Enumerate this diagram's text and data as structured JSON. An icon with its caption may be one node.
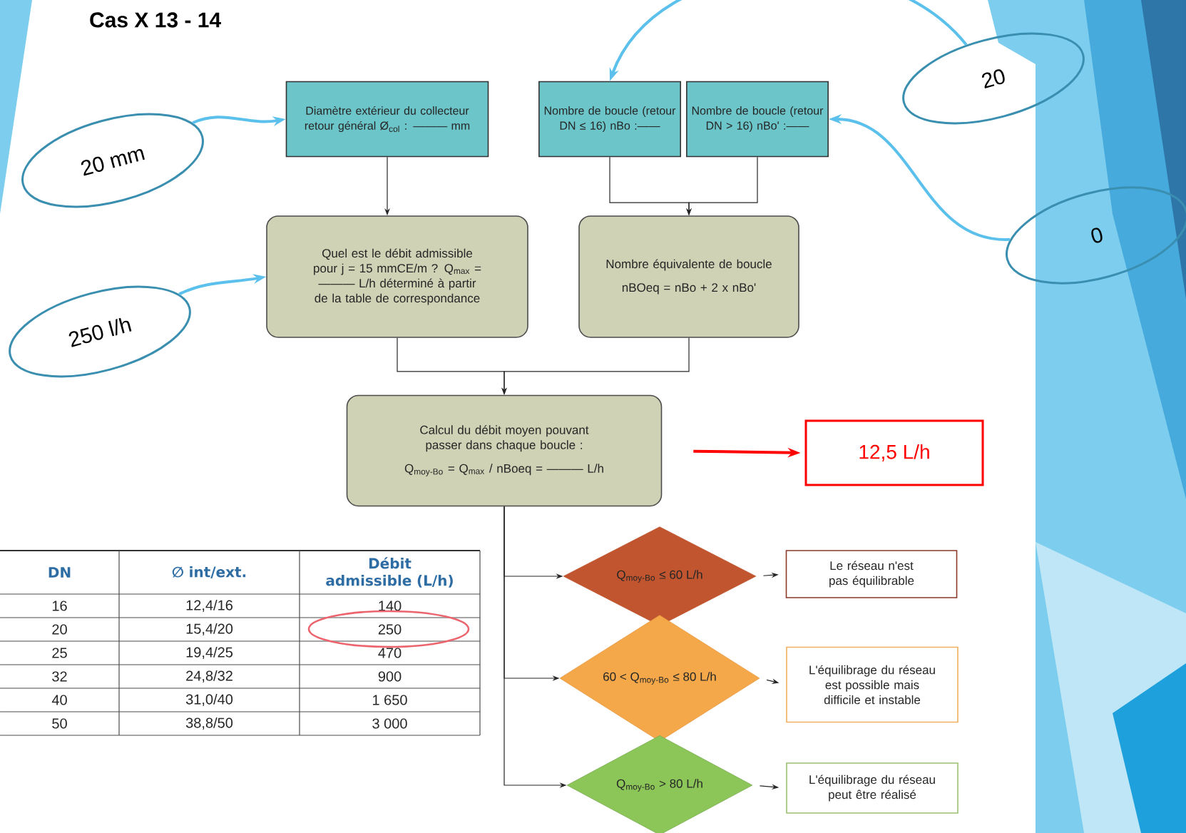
{
  "diagram": {
    "title": "Cas X 13 - 14",
    "nodes": [
      {
        "text": [
          "Diamètre extérieur du collecteur retour général Ø$_{col}$ : ——— mm"
        ]
      },
      {
        "text": [
          "Nombre de boucle (retour DN ≤ 16) nBo :——"
        ]
      },
      {
        "text": [
          "Nombre de boucle (retour DN > 16) nBo' :——"
        ]
      },
      {
        "text": [
          "Quel est le débit admissible pour j = 15 mmCE/m ? Q$_{max}$ = ——— L/h déterminé à partir de la table de correspondance"
        ]
      },
      {
        "text": [
          "Nombre équivalente de boucle",
          "nBOeq = nBo + 2 x nBo'"
        ]
      },
      {
        "text": [
          "Calcul du débit moyen pouvant passer dans chaque boucle :",
          "Q$_{moy-Bo}$ = Q$_{max}$ / nBoeq = ——— L/h"
        ]
      },
      {
        "text": [
          "Q$_{moy-Bo}$ ≤ 60 L/h"
        ]
      },
      {
        "text": [
          "60 < Q$_{moy-Bo}$ ≤ 80 L/h"
        ]
      },
      {
        "text": [
          "Q$_{moy-Bo}$ > 80 L/h"
        ]
      },
      {
        "text": [
          "Le réseau n'est pas équilibrable"
        ]
      },
      {
        "text": [
          "L'équilibrage du réseau est possible mais difficile et instable"
        ]
      },
      {
        "text": [
          "L'équilibrage du réseau peut être réalisé"
        ]
      },
      {
        "text": [
          "20 mm"
        ]
      },
      {
        "text": [
          "250 l/h"
        ]
      },
      {
        "text": [
          "20"
        ]
      },
      {
        "text": [
          "0"
        ]
      },
      {
        "text": [
          "12,5 L/h"
        ]
      }
    ],
    "edges": [
      {
        "from": 0,
        "to": 3,
        "arrow": "to"
      },
      {
        "from": 1,
        "to": 4,
        "arrow": "to"
      },
      {
        "from": 2,
        "to": 4,
        "arrow": "to"
      },
      {
        "from": 3,
        "to": 5,
        "arrow": "to"
      },
      {
        "from": 4,
        "to": 5,
        "arrow": "to"
      },
      {
        "from": 5,
        "to": 6,
        "arrow": "to"
      },
      {
        "from": 5,
        "to": 7,
        "arrow": "to"
      },
      {
        "from": 5,
        "to": 8,
        "arrow": "to"
      },
      {
        "from": 6,
        "to": 9,
        "arrow": "to"
      },
      {
        "from": 7,
        "to": 10,
        "arrow": "to"
      },
      {
        "from": 8,
        "to": 11,
        "arrow": "to"
      },
      {
        "from": 12,
        "to": 0,
        "arrow": "to",
        "style": "thick",
        "color": "#5bc0eb"
      },
      {
        "from": 13,
        "to": 3,
        "arrow": "to",
        "style": "thick",
        "color": "#5bc0eb"
      },
      {
        "from": 14,
        "to": 1,
        "arrow": "to",
        "style": "thick",
        "color": "#5bc0eb"
      },
      {
        "from": 15,
        "to": 2,
        "arrow": "to",
        "style": "thick",
        "color": "#5bc0eb"
      },
      {
        "from": 5,
        "to": 16,
        "arrow": "to",
        "style": "thick",
        "color": "#ff0000"
      }
    ],
    "labels": [
      "DN",
      "∅ int/ext.",
      "Débit admissible (L/h)",
      "16",
      "12,4/16",
      "140",
      "20",
      "15,4/20",
      "250",
      "25",
      "19,4/25",
      "470",
      "32",
      "24,8/32",
      "900",
      "40",
      "31,0/40",
      "1 650",
      "50",
      "38,8/50",
      "3 000"
    ]
  }
}
